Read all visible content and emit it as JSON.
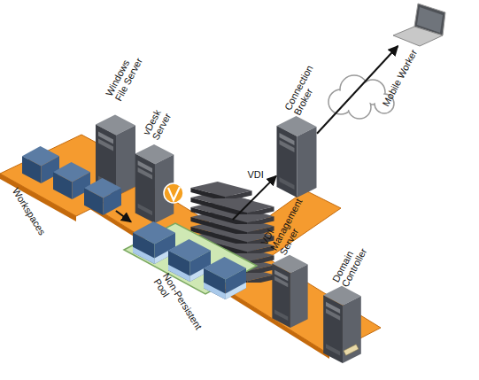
{
  "diagram": {
    "nodes": [
      {
        "text": [
          "Mobile Worker"
        ]
      },
      {
        "text": [
          "Connection Broker"
        ]
      },
      {
        "text": [
          "Windows File Server"
        ]
      },
      {
        "text": [
          "vDesk Server"
        ]
      },
      {
        "text": [
          "Workspaces"
        ]
      },
      {
        "text": [
          "Non-Persistent Pool"
        ]
      },
      {
        "text": [
          "VDI Management Server"
        ]
      },
      {
        "text": [
          "Domain Controller"
        ]
      }
    ],
    "edges": [
      {
        "from": 4,
        "to": 5,
        "arrow": "to"
      },
      {
        "from": 5,
        "to": 1,
        "label": "VDI",
        "arrow": "to"
      },
      {
        "from": 1,
        "to": 0,
        "arrow": "to"
      }
    ]
  }
}
